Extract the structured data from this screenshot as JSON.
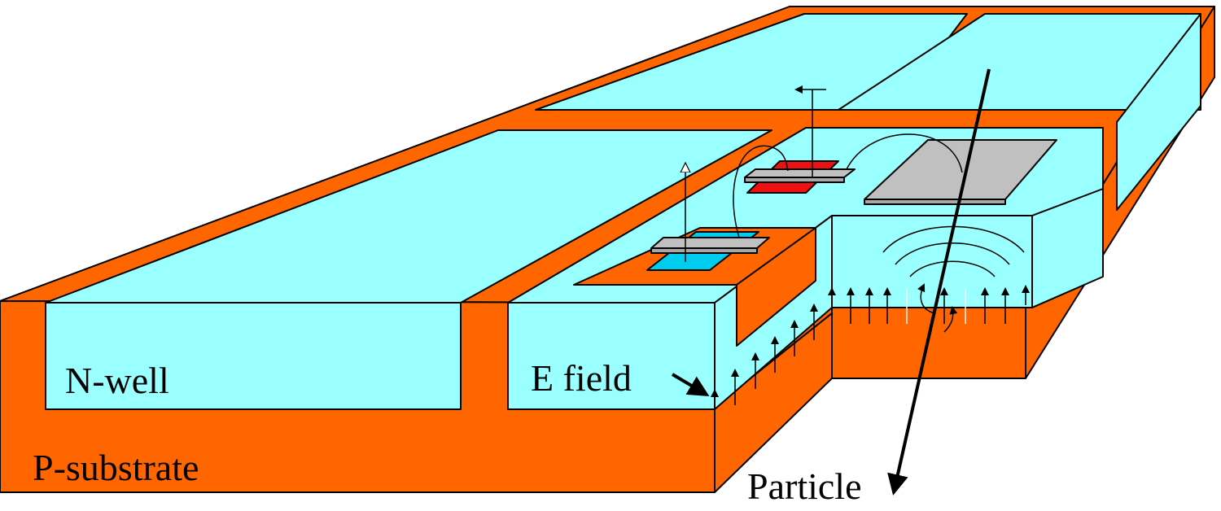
{
  "diagram": {
    "labels": {
      "nwell": "N-well",
      "efield": "E field",
      "substrate": "P-substrate",
      "particle": "Particle"
    },
    "colors": {
      "substrate": "#ff6600",
      "well": "#99ffff",
      "gate": "#c0c0c0",
      "n_diffusion": "#00ccee",
      "p_diffusion": "#ee1111",
      "field_arrow": "#000000",
      "carrier_arrow": "#ffffff"
    }
  }
}
